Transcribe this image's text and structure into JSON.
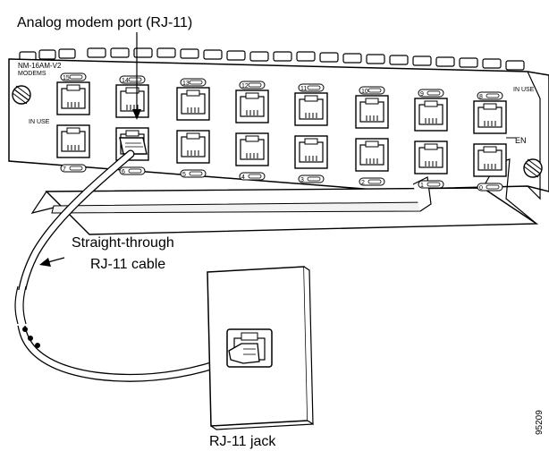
{
  "labels": {
    "modem_port": "Analog modem port (RJ-11)",
    "cable_line1": "Straight-through",
    "cable_line2": "RJ-11 cable",
    "jack": "RJ-11 jack",
    "figure_id": "95209"
  },
  "module": {
    "model": "NM-16AM-V2",
    "modems": "MODEMS",
    "in_use": "IN USE",
    "en": "EN",
    "top_port_numbers": [
      "15",
      "14",
      "13",
      "12",
      "11",
      "10",
      "9",
      "8"
    ],
    "bottom_port_numbers": [
      "7",
      "6",
      "5",
      "4",
      "3",
      "2",
      "1",
      "0"
    ]
  }
}
